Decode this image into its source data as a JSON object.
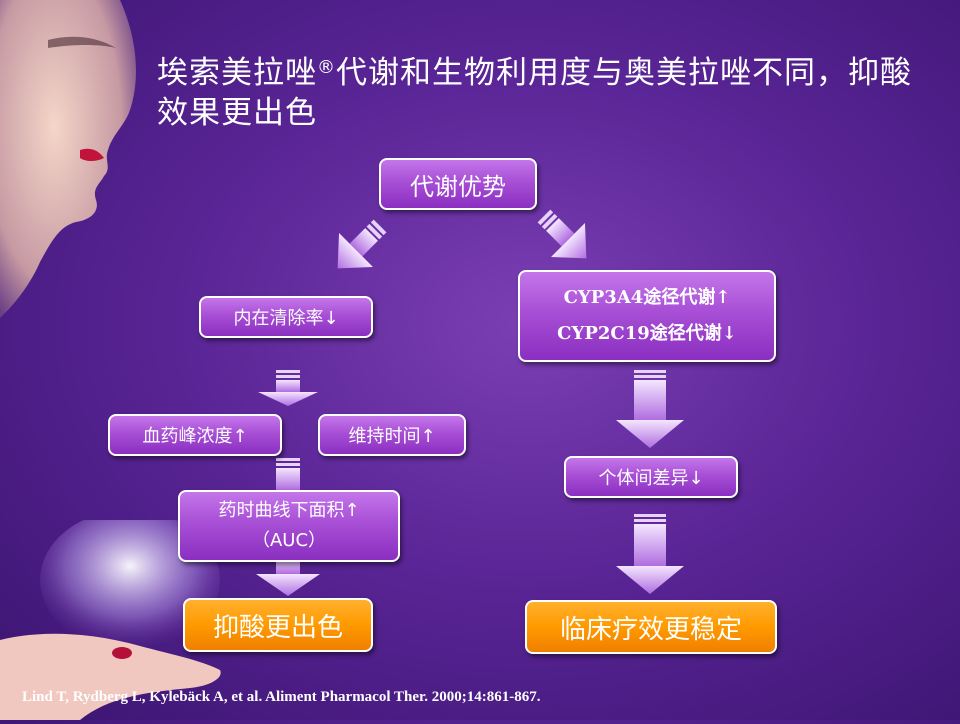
{
  "slide": {
    "title_part1": "埃索美拉唑",
    "title_reg": "®",
    "title_part2": "代谢和生物利用度与奥美拉唑不同，抑酸效果更出色"
  },
  "diagram": {
    "root": "代谢优势",
    "left": {
      "clearance": "内在清除率↓",
      "peak": "血药峰浓度↑",
      "duration": "维持时间↑",
      "auc_line1": "药时曲线下面积↑",
      "auc_line2": "（AUC）",
      "result": "抑酸更出色"
    },
    "right": {
      "cyp3a4": "CYP3A4途径代谢↑",
      "cyp2c19": "CYP2C19途径代谢↓",
      "variation": "个体间差异↓",
      "result": "临床疗效更稳定"
    }
  },
  "citation": "Lind T, Rydberg L, Kylebäck A, et al. Aliment Pharmacol Ther. 2000;14:861-867."
}
